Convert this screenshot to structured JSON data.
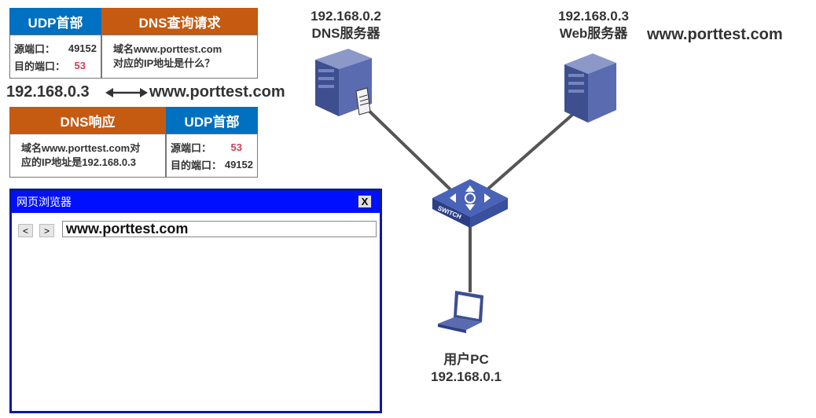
{
  "dns_query": {
    "udp_header_title": "UDP首部",
    "query_title": "DNS查询请求",
    "src_port_label": "源端口：",
    "src_port_value": "49152",
    "dst_port_label": "目的端口：",
    "dst_port_value": "53",
    "query_text_line1": "域名www.porttest.com",
    "query_text_line2": "对应的IP地址是什么？"
  },
  "mapping": {
    "ip": "192.168.0.3",
    "domain": "www.porttest.com"
  },
  "dns_response": {
    "response_title": "DNS响应",
    "udp_header_title": "UDP首部",
    "response_text_line1": "域名www.porttest.com对",
    "response_text_line2": "应的IP地址是192.168.0.3",
    "src_port_label": "源端口：",
    "src_port_value": "53",
    "dst_port_label": "目的端口：",
    "dst_port_value": "49152"
  },
  "browser": {
    "title": "网页浏览器",
    "close_label": "X",
    "back_label": "<",
    "forward_label": ">",
    "address_value": "www.porttest.com"
  },
  "nodes": {
    "dns_server": {
      "ip": "192.168.0.2",
      "name": "DNS服务器"
    },
    "web_server": {
      "ip": "192.168.0.3",
      "name": "Web服务器",
      "domain": "www.porttest.com"
    },
    "switch": {
      "label": "SWITCH"
    },
    "user_pc": {
      "name": "用户PC",
      "ip": "192.168.0.1"
    }
  },
  "colors": {
    "udp_header": "#0070c0",
    "dns_header": "#c55a11",
    "port_highlight": "#d13d5b",
    "browser_titlebar": "#0010ff"
  }
}
